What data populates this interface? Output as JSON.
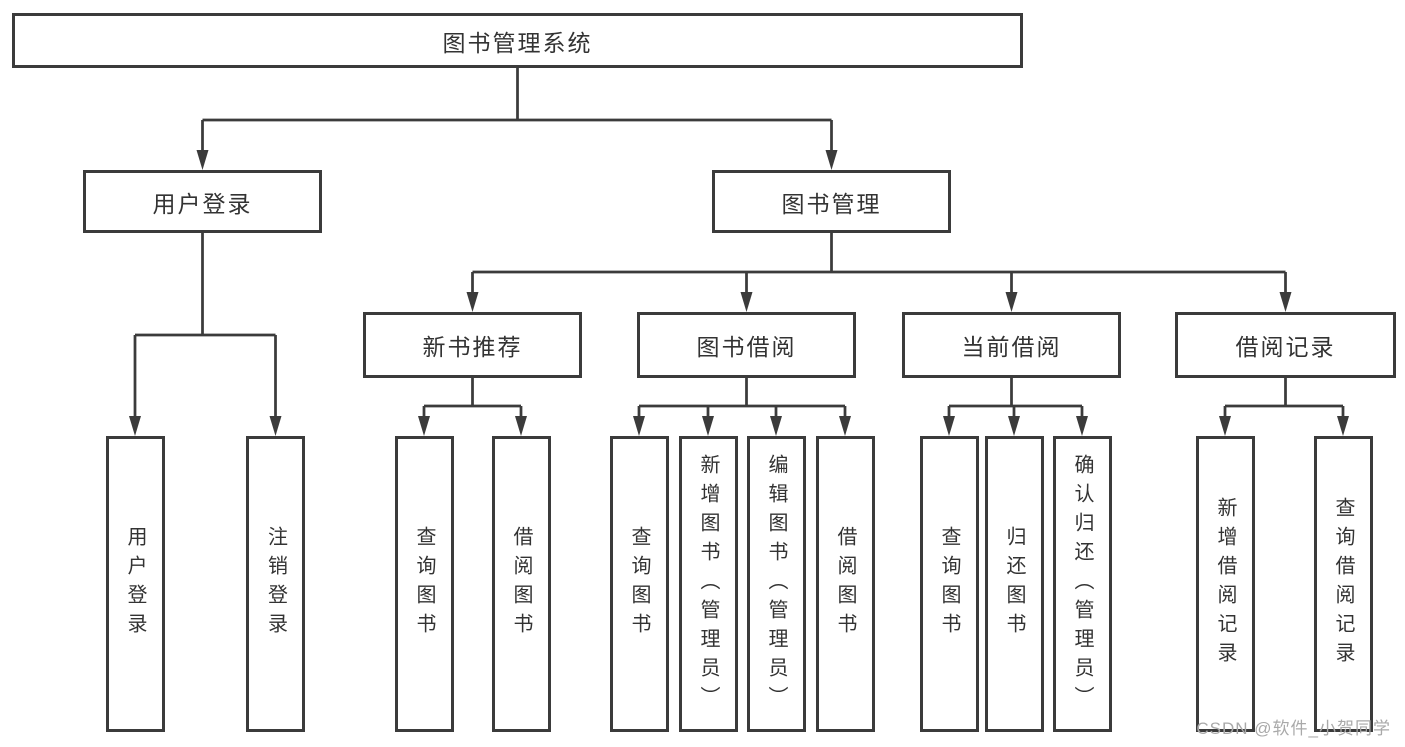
{
  "colors": {
    "line": "#3b3b3b",
    "box_border": "#3b3b3b",
    "text": "#333333",
    "watermark": "#a9a9a9",
    "bg": "#ffffff"
  },
  "tree": {
    "root": {
      "label": "图书管理系统"
    },
    "branches": [
      {
        "label": "用户登录",
        "children": [
          {
            "label": "用户登录"
          },
          {
            "label": "注销登录"
          }
        ]
      },
      {
        "label": "图书管理",
        "children": [
          {
            "label": "新书推荐",
            "children": [
              {
                "label": "查询图书"
              },
              {
                "label": "借阅图书"
              }
            ]
          },
          {
            "label": "图书借阅",
            "children": [
              {
                "label": "查询图书"
              },
              {
                "label": "新增图书（管理员）"
              },
              {
                "label": "编辑图书（管理员）"
              },
              {
                "label": "借阅图书"
              }
            ]
          },
          {
            "label": "当前借阅",
            "children": [
              {
                "label": "查询图书"
              },
              {
                "label": "归还图书"
              },
              {
                "label": "确认归还（管理员）"
              }
            ]
          },
          {
            "label": "借阅记录",
            "children": [
              {
                "label": "新增借阅记录"
              },
              {
                "label": "查询借阅记录"
              }
            ]
          }
        ]
      }
    ]
  },
  "watermark": {
    "text": "CSDN @软件_小贺同学"
  }
}
